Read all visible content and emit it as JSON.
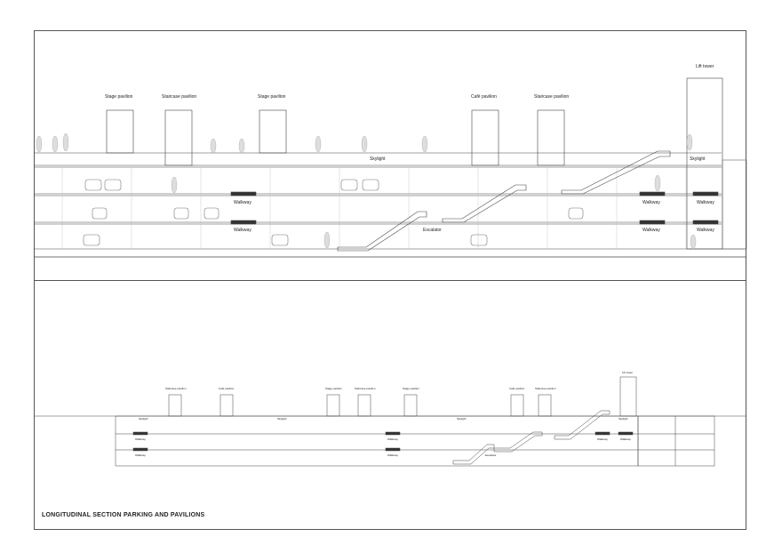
{
  "title": "LONGITUDINAL SECTION PARKING AND PAVILIONS",
  "upper_labels": {
    "lift_tower": "Lift tower",
    "stage_pavilion_1": "Stage pavilion",
    "staircase_pavilion_1": "Staircase pavilion",
    "stage_pavilion_2": "Stage pavilion",
    "cafe_pavilion": "Café pavilion",
    "staircase_pavilion_2": "Staircase pavilion",
    "skylight_1": "Skylight",
    "skylight_2": "Skylight",
    "walkway_1": "Walkway",
    "walkway_2": "Walkway",
    "walkway_3": "Walkway",
    "walkway_4": "Walkway",
    "walkway_5": "Walkway",
    "walkway_6": "Walkway",
    "escalator": "Escalator"
  },
  "lower_labels": {
    "lift_tower": "Lift tower",
    "staircase_pavilion_1": "Staircase pavilion",
    "cafe_pavilion_1": "Café pavilion",
    "stage_pavilion_1": "Stage pavilion",
    "staircase_pavilion_2": "Staircase pavilion",
    "stage_pavilion_2": "Stage pavilion",
    "cafe_pavilion_2": "Café pavilion",
    "staircase_pavilion_3": "Staircase pavilion",
    "skylight_1": "Skylight",
    "skylight_2": "Skylight",
    "skylight_3": "Skylight",
    "skylight_4": "Skylight",
    "walkway_1": "Walkway",
    "walkway_2": "Walkway",
    "walkway_3": "Walkway",
    "walkway_4": "Walkway",
    "walkway_5": "Walkway",
    "walkway_6": "Walkway",
    "escalator": "Escalator"
  }
}
